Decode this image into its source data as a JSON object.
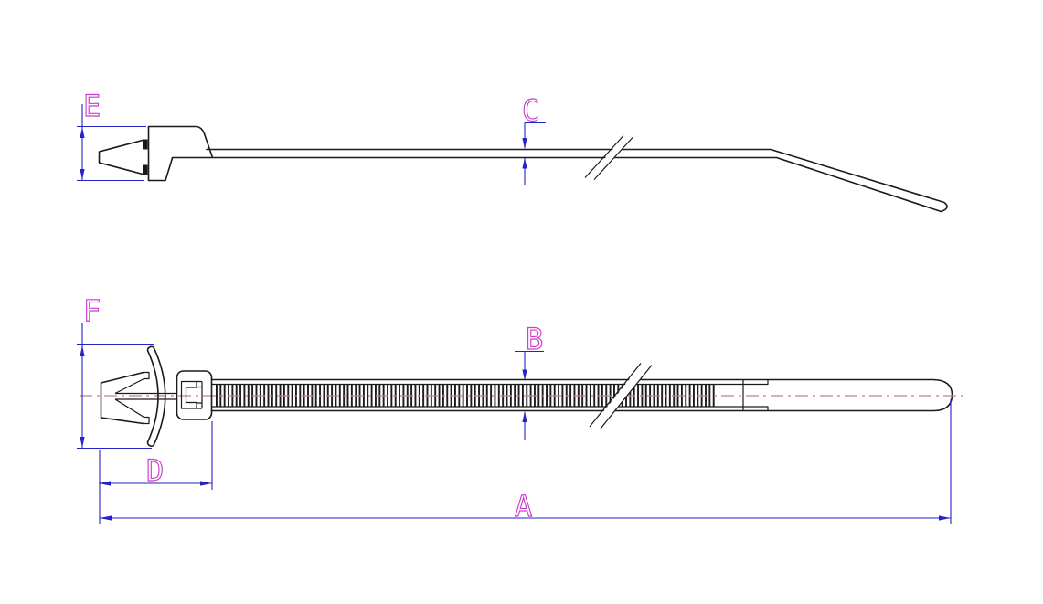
{
  "drawing": {
    "kind": "technical-drawing",
    "dimensions": {
      "A": "A",
      "B": "B",
      "C": "C",
      "D": "D",
      "E": "E",
      "F": "F"
    }
  },
  "colors": {
    "drawing_line": "#1a1a1a",
    "dimension_line": "#2323c8",
    "label_text": "#cc3ccc",
    "centerline": "#c27f7f",
    "background": "#ffffff"
  }
}
